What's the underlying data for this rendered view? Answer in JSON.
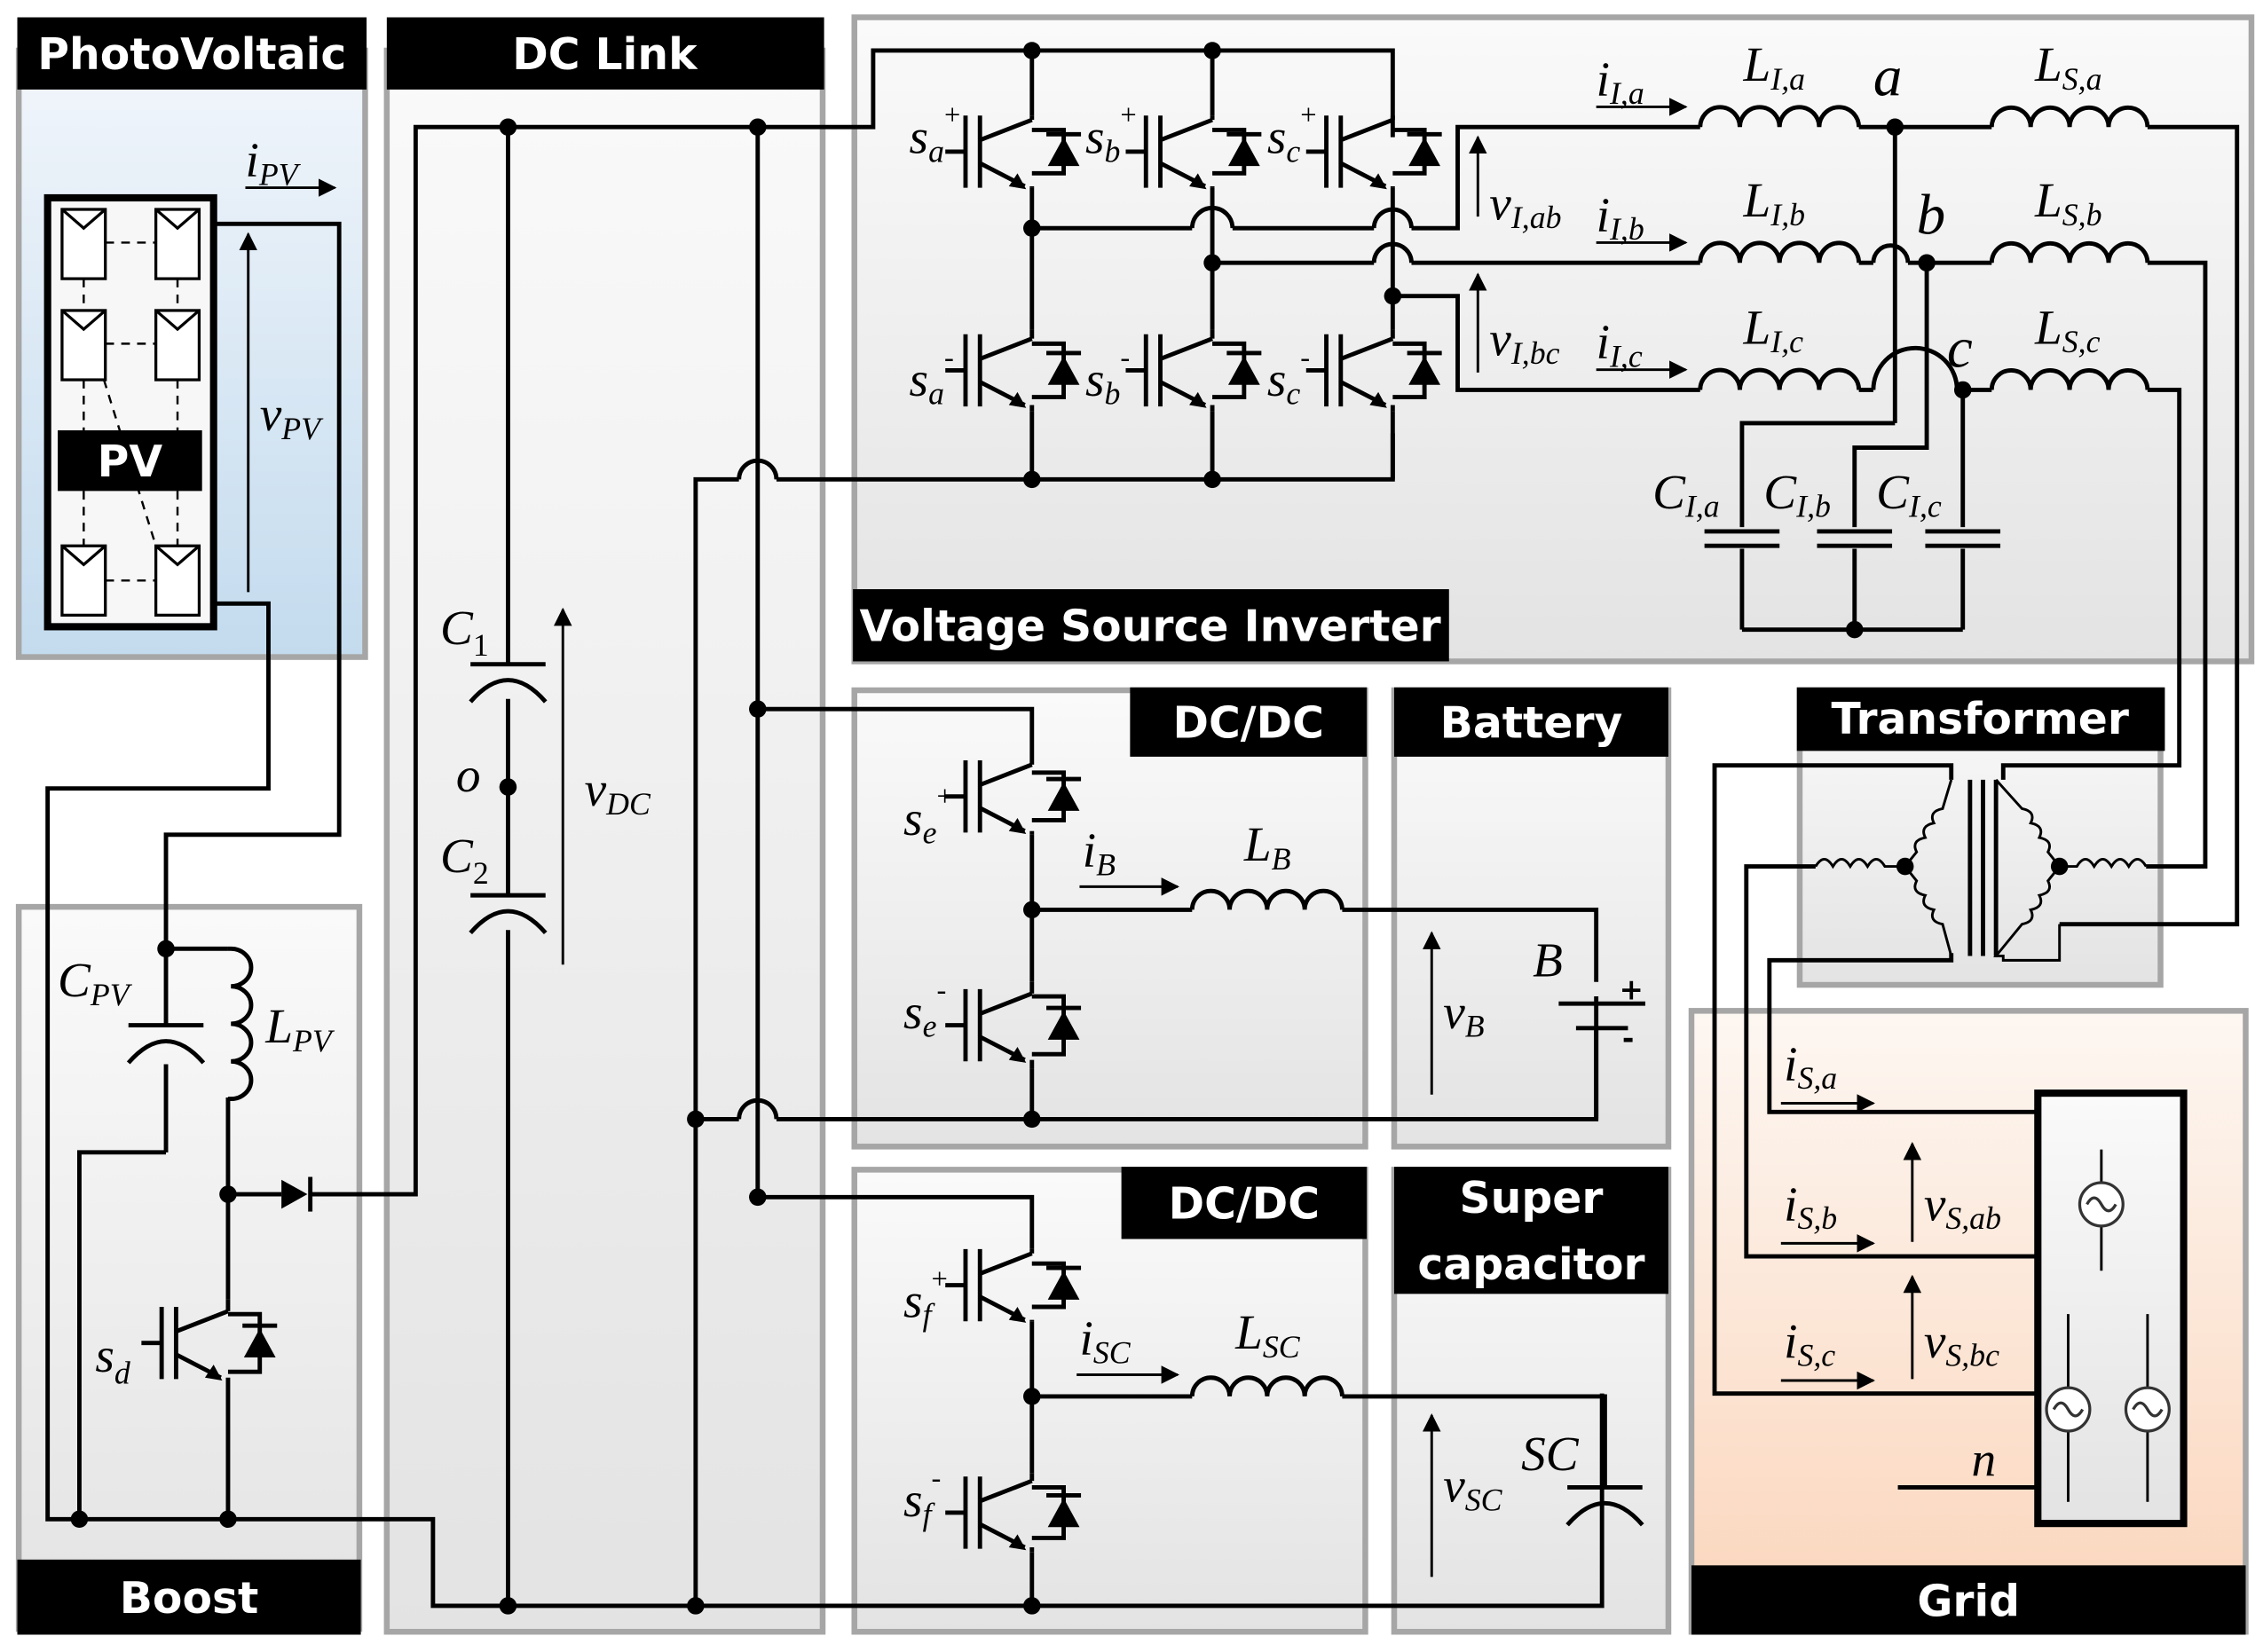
{
  "figure": {
    "title": "Hybrid PV / battery / supercapacitor grid-connected converter schematic",
    "colors": {
      "wire": "#000000",
      "block_border": "#a6a6a6",
      "header_bg": "#000000",
      "header_text": "#ffffff",
      "pv_fill_top": "#f2f6fb",
      "pv_fill_bottom": "#c6ddee",
      "grid_fill_top": "#fdf6f1",
      "grid_fill_bottom": "#fbd6bd",
      "block_fill_top": "#fafafa",
      "block_fill_bottom": "#e4e4e4"
    }
  },
  "blocks": {
    "photovoltaic": {
      "header": "PhotoVoltaic",
      "pv_label": "PV",
      "i_label": "i",
      "i_sub": "PV",
      "v_label": "v",
      "v_sub": "PV"
    },
    "dc_link": {
      "header": "DC Link",
      "c1": "C",
      "c1_sub": "1",
      "c2": "C",
      "c2_sub": "2",
      "mid": "o",
      "v_label": "v",
      "v_sub": "DC"
    },
    "boost": {
      "header": "Boost",
      "c_label": "C",
      "c_sub": "PV",
      "l_label": "L",
      "l_sub": "PV",
      "s_label": "s",
      "s_sub": "d"
    },
    "vsi": {
      "header": "Voltage Source Inverter",
      "switches": [
        {
          "base": "s",
          "sub": "a",
          "sup": "+"
        },
        {
          "base": "s",
          "sub": "b",
          "sup": "+"
        },
        {
          "base": "s",
          "sub": "c",
          "sup": "+"
        },
        {
          "base": "s",
          "sub": "a",
          "sup": "-"
        },
        {
          "base": "s",
          "sub": "b",
          "sup": "-"
        },
        {
          "base": "s",
          "sub": "c",
          "sup": "-"
        }
      ],
      "currents": [
        {
          "base": "i",
          "sub": "I,a"
        },
        {
          "base": "i",
          "sub": "I,b"
        },
        {
          "base": "i",
          "sub": "I,c"
        }
      ],
      "voltages": [
        {
          "base": "v",
          "sub": "I,ab"
        },
        {
          "base": "v",
          "sub": "I,bc"
        }
      ],
      "inverter_inductors": [
        {
          "base": "L",
          "sub": "I,a"
        },
        {
          "base": "L",
          "sub": "I,b"
        },
        {
          "base": "L",
          "sub": "I,c"
        }
      ],
      "grid_inductors": [
        {
          "base": "L",
          "sub": "S,a"
        },
        {
          "base": "L",
          "sub": "S,b"
        },
        {
          "base": "L",
          "sub": "S,c"
        }
      ],
      "nodes": [
        "a",
        "b",
        "c"
      ],
      "capacitors": [
        {
          "base": "C",
          "sub": "I,a"
        },
        {
          "base": "C",
          "sub": "I,b"
        },
        {
          "base": "C",
          "sub": "I,c"
        }
      ]
    },
    "dcdc_battery": {
      "header": "DC/DC",
      "s_plus": {
        "base": "s",
        "sub": "e",
        "sup": "+"
      },
      "s_minus": {
        "base": "s",
        "sub": "e",
        "sup": "-"
      },
      "i_label": "i",
      "i_sub": "B",
      "l_label": "L",
      "l_sub": "B"
    },
    "battery": {
      "header": "Battery",
      "name": "B",
      "v_label": "v",
      "v_sub": "B",
      "plus": "+",
      "minus": "-"
    },
    "dcdc_sc": {
      "header": "DC/DC",
      "s_plus": {
        "base": "s",
        "sub": "f",
        "sup": "+"
      },
      "s_minus": {
        "base": "s",
        "sub": "f",
        "sup": "-"
      },
      "i_label": "i",
      "i_sub": "SC",
      "l_label": "L",
      "l_sub": "SC"
    },
    "supercapacitor": {
      "header_line1": "Super",
      "header_line2": "capacitor",
      "name": "SC",
      "v_label": "v",
      "v_sub": "SC"
    },
    "transformer": {
      "header": "Transformer"
    },
    "grid": {
      "header": "Grid",
      "currents": [
        {
          "base": "i",
          "sub": "S,a"
        },
        {
          "base": "i",
          "sub": "S,b"
        },
        {
          "base": "i",
          "sub": "S,c"
        }
      ],
      "voltages": [
        {
          "base": "v",
          "sub": "S,ab"
        },
        {
          "base": "v",
          "sub": "S,bc"
        }
      ],
      "neutral": "n"
    }
  }
}
